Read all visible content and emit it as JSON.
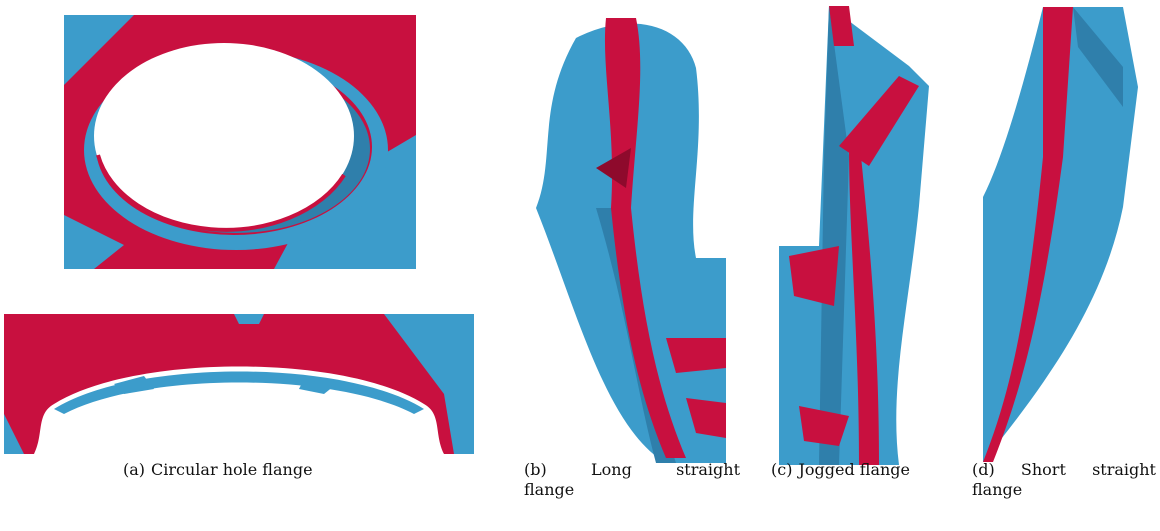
{
  "figure": {
    "subfigures": [
      {
        "label": "(a)",
        "caption": "Circular hole flange"
      },
      {
        "label": "(b)",
        "caption_line1": [
          "Long",
          "straight"
        ],
        "caption_line2": "flange"
      },
      {
        "label": "(c)",
        "caption": "Jogged flange"
      },
      {
        "label": "(d)",
        "caption_line1": [
          "Short",
          "straight"
        ],
        "caption_line2": "flange"
      }
    ],
    "colors": {
      "blue": "#3c9ccb",
      "blue_dark": "#2f7fab",
      "red": "#c8103f",
      "red_dark": "#8e0a2c"
    }
  }
}
